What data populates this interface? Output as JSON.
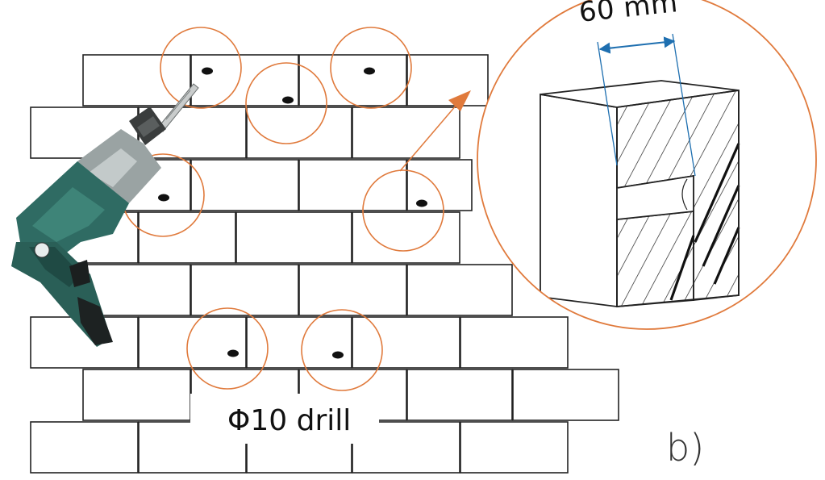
{
  "annotations": {
    "dimension": "60 mm",
    "drill": "Φ10 drill",
    "panel": "b)"
  },
  "colors": {
    "circle": "#e07a3c",
    "arrow": "#1e6fb0",
    "brick_stroke": "#222222",
    "drill_body": "#2f6b63",
    "drill_grey": "#9aa3a3"
  },
  "icons": {
    "tool": "power-drill-icon"
  }
}
